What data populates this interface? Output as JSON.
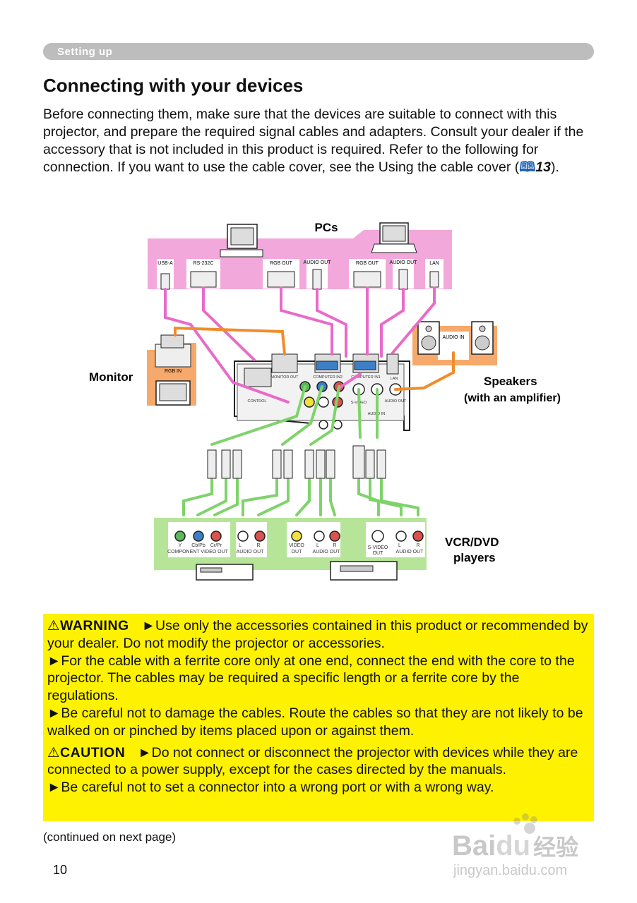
{
  "header": {
    "section": "Setting up"
  },
  "title": "Connecting with your devices",
  "intro": {
    "text": "Before connecting them, make sure that the devices are suitable to connect with this projector, and prepare the required signal cables and adapters. Consult your dealer if the accessory that is not included in this product is required. Refer to the following for connection. If you want to use the cable cover, see the Using the cable cover (",
    "book_icon": "book-icon",
    "ref": "13",
    "end": ")."
  },
  "diagram": {
    "groups": {
      "pcs": "PCs",
      "monitor": "Monitor",
      "speakers": "Speakers",
      "speakers_note": "(with an amplifier)",
      "vcr_line1": "VCR/DVD",
      "vcr_line2": "players"
    },
    "pc_ports": [
      "USB-A",
      "RS-232C",
      "RGB OUT",
      "AUDIO OUT",
      "RGB OUT",
      "AUDIO OUT",
      "LAN"
    ],
    "monitor_port": "RGB IN",
    "speaker_port": "AUDIO IN",
    "projector_ports": [
      "MONITOR OUT",
      "COMPUTER IN2",
      "COMPUTER IN1",
      "LAN",
      "CONTROL",
      "S-VIDEO",
      "AUDIO OUT",
      "AUDIO IN"
    ],
    "vcr_ports": {
      "component_y": "Y",
      "component_cb": "Cb/Pb",
      "component_cr": "Cr/Pr",
      "component_label": "COMPONENT VIDEO OUT",
      "audio_l": "L",
      "audio_r": "R",
      "audio_out": "AUDIO OUT",
      "video_out_1": "VIDEO",
      "video_out_2": "OUT",
      "svideo_out_1": "S-VIDEO",
      "svideo_out_2": "OUT"
    },
    "colors": {
      "pc_zone": "#f3a8dc",
      "speaker_zone": "#f6a96b",
      "monitor_zone": "#f6a96b",
      "vcr_zone": "#b6e59a",
      "pink_cable": "#e86ac9",
      "orange_cable": "#f08c2a",
      "green_cable": "#7ed36a"
    }
  },
  "warning": {
    "label": "WARNING",
    "items": [
      "Use only the accessories contained in this product or recommended by your dealer. Do not modify the projector or accessories.",
      "For the cable with a ferrite core only at one end, connect the end with the core to the projector. The cables may be required a specific length or a ferrite core by the regulations.",
      "Be careful not to damage the cables. Route the cables so that they are not likely to be walked on or pinched by items placed upon or against them."
    ]
  },
  "caution": {
    "label": "CAUTION",
    "items": [
      "Do not connect or disconnect the projector with devices while they are connected to a power supply, except for the cases directed by the manuals.",
      "Be careful not to set a connector into a wrong port or with a wrong way."
    ]
  },
  "bullet": "►",
  "warn_symbol": "⚠",
  "continued": "(continued on next page)",
  "page_number": "10",
  "watermark": {
    "brand": "Bai",
    "brand2": "du",
    "cn": "经验",
    "url": "jingyan.baidu.com"
  }
}
